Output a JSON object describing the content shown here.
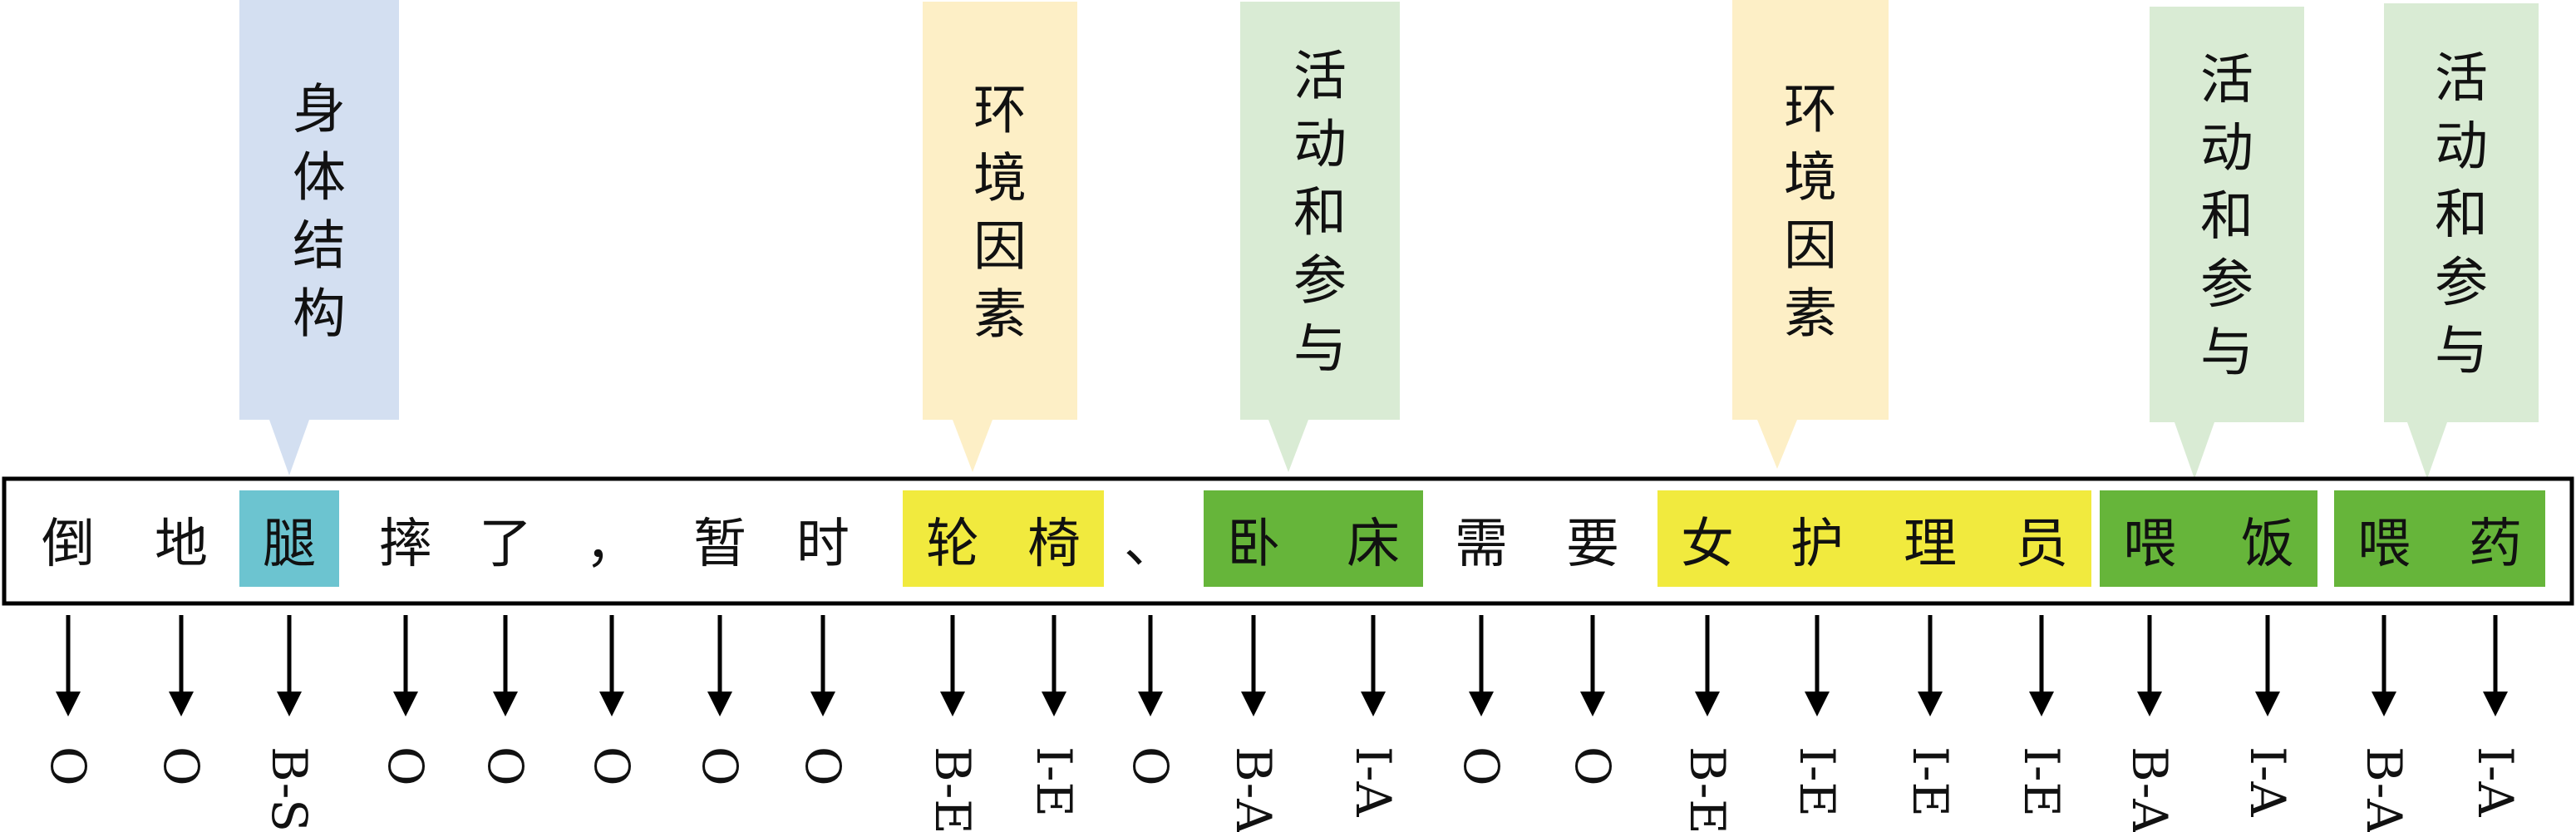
{
  "colors": {
    "body_structure": "#D3DFF1",
    "environment": "#FDEFC6",
    "activity": "#D9EBD4",
    "token_body": "#6CC4D0",
    "token_environment": "#F1EA3E",
    "token_activity": "#66B53A",
    "frame": "#000000"
  },
  "callouts": [
    {
      "label": "身体结构",
      "category": "body_structure",
      "token": 2
    },
    {
      "label": "环境因素",
      "category": "environment",
      "token": 8
    },
    {
      "label": "活动和参与",
      "category": "activity",
      "token": 11
    },
    {
      "label": "环境因素",
      "category": "environment",
      "token": 15
    },
    {
      "label": "活动和参与",
      "category": "activity",
      "token": 19
    },
    {
      "label": "活动和参与",
      "category": "activity",
      "token": 21
    }
  ],
  "highlights": [
    {
      "start": 2,
      "end": 2,
      "category": "token_body"
    },
    {
      "start": 8,
      "end": 9,
      "category": "token_environment"
    },
    {
      "start": 11,
      "end": 12,
      "category": "token_activity"
    },
    {
      "start": 15,
      "end": 18,
      "category": "token_environment"
    },
    {
      "start": 19,
      "end": 20,
      "category": "token_activity"
    },
    {
      "start": 21,
      "end": 22,
      "category": "token_activity"
    }
  ],
  "tokens": [
    {
      "char": "倒",
      "tag": "O"
    },
    {
      "char": "地",
      "tag": "O"
    },
    {
      "char": "腿",
      "tag": "B-S"
    },
    {
      "char": "摔",
      "tag": "O"
    },
    {
      "char": "了",
      "tag": "O"
    },
    {
      "char": "，",
      "tag": "O"
    },
    {
      "char": "暂",
      "tag": "O"
    },
    {
      "char": "时",
      "tag": "O"
    },
    {
      "char": "轮",
      "tag": "B-E"
    },
    {
      "char": "椅",
      "tag": "I-E"
    },
    {
      "char": "、",
      "tag": "O"
    },
    {
      "char": "卧",
      "tag": "B-A"
    },
    {
      "char": "床",
      "tag": "I-A"
    },
    {
      "char": "需",
      "tag": "O"
    },
    {
      "char": "要",
      "tag": "O"
    },
    {
      "char": "女",
      "tag": "B-E"
    },
    {
      "char": "护",
      "tag": "I-E"
    },
    {
      "char": "理",
      "tag": "I-E"
    },
    {
      "char": "员",
      "tag": "I-E"
    },
    {
      "char": "喂",
      "tag": "B-A"
    },
    {
      "char": "饭",
      "tag": "I-A"
    },
    {
      "char": "喂",
      "tag": "B-A"
    },
    {
      "char": "药",
      "tag": "I-A"
    }
  ]
}
